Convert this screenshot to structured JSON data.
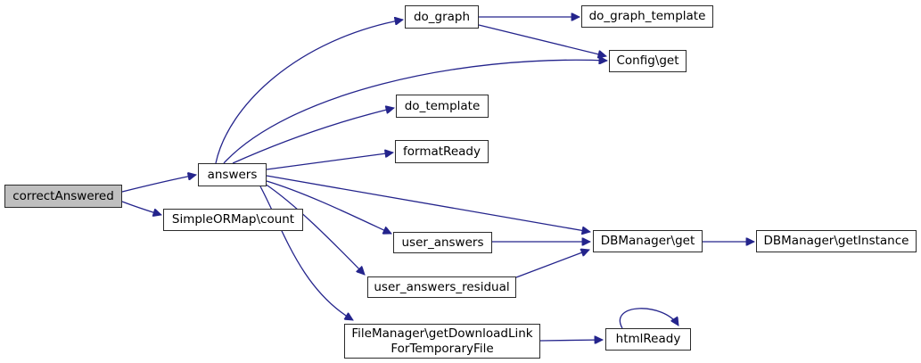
{
  "diagram": {
    "kind": "call-graph",
    "root_function": "correctAnswered",
    "colors": {
      "edge": "#24248c",
      "node_border": "#2b2b2b",
      "node_fill": "#ffffff",
      "highlight_fill": "#bfbfbf",
      "text": "#000000",
      "background": "#ffffff"
    },
    "nodes": [
      {
        "id": "correctAnswered",
        "label": "correctAnswered",
        "highlighted": true
      },
      {
        "id": "answers",
        "label": "answers",
        "highlighted": false
      },
      {
        "id": "SimpleORMap-count",
        "label": "SimpleORMap\\count",
        "highlighted": false
      },
      {
        "id": "do_graph",
        "label": "do_graph",
        "highlighted": false
      },
      {
        "id": "do_graph_template",
        "label": "do_graph_template",
        "highlighted": false
      },
      {
        "id": "Config-get",
        "label": "Config\\get",
        "highlighted": false
      },
      {
        "id": "do_template",
        "label": "do_template",
        "highlighted": false
      },
      {
        "id": "formatReady",
        "label": "formatReady",
        "highlighted": false
      },
      {
        "id": "user_answers",
        "label": "user_answers",
        "highlighted": false
      },
      {
        "id": "user_answers_residual",
        "label": "user_answers_residual",
        "highlighted": false
      },
      {
        "id": "DBManager-get",
        "label": "DBManager\\get",
        "highlighted": false
      },
      {
        "id": "DBManager-getInstance",
        "label": "DBManager\\getInstance",
        "highlighted": false
      },
      {
        "id": "FileManager-getDownloadLinkForTemporaryFile",
        "label": "FileManager\\getDownloadLink\nForTemporaryFile",
        "highlighted": false
      },
      {
        "id": "htmlReady",
        "label": "htmlReady",
        "highlighted": false
      }
    ],
    "edges": [
      {
        "from": "correctAnswered",
        "to": "answers"
      },
      {
        "from": "correctAnswered",
        "to": "SimpleORMap-count"
      },
      {
        "from": "answers",
        "to": "do_graph"
      },
      {
        "from": "answers",
        "to": "Config-get"
      },
      {
        "from": "answers",
        "to": "do_template"
      },
      {
        "from": "answers",
        "to": "formatReady"
      },
      {
        "from": "answers",
        "to": "DBManager-get"
      },
      {
        "from": "answers",
        "to": "user_answers"
      },
      {
        "from": "answers",
        "to": "user_answers_residual"
      },
      {
        "from": "answers",
        "to": "FileManager-getDownloadLinkForTemporaryFile"
      },
      {
        "from": "do_graph",
        "to": "do_graph_template"
      },
      {
        "from": "do_graph",
        "to": "Config-get"
      },
      {
        "from": "user_answers",
        "to": "DBManager-get"
      },
      {
        "from": "user_answers_residual",
        "to": "DBManager-get"
      },
      {
        "from": "DBManager-get",
        "to": "DBManager-getInstance"
      },
      {
        "from": "FileManager-getDownloadLinkForTemporaryFile",
        "to": "htmlReady"
      },
      {
        "from": "htmlReady",
        "to": "htmlReady"
      }
    ]
  }
}
